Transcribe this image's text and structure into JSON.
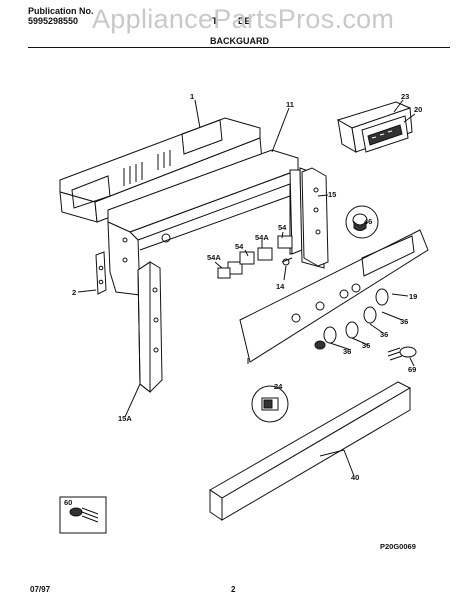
{
  "header": {
    "publication_label": "Publication No.",
    "publication_number": "5995298550",
    "model_partial": "T",
    "model_partial_end": "BE",
    "section_title": "BACKGUARD",
    "watermark": "AppliancePartsPros.com"
  },
  "callouts": [
    "1",
    "11",
    "23",
    "20",
    "15",
    "46",
    "54A",
    "54",
    "54A",
    "54",
    "14",
    "2",
    "19",
    "36",
    "36",
    "36",
    "36",
    "69",
    "24",
    "15A",
    "40",
    "60"
  ],
  "diagram_code": "P20G0069",
  "footer": {
    "date": "07/97",
    "page": "2"
  }
}
